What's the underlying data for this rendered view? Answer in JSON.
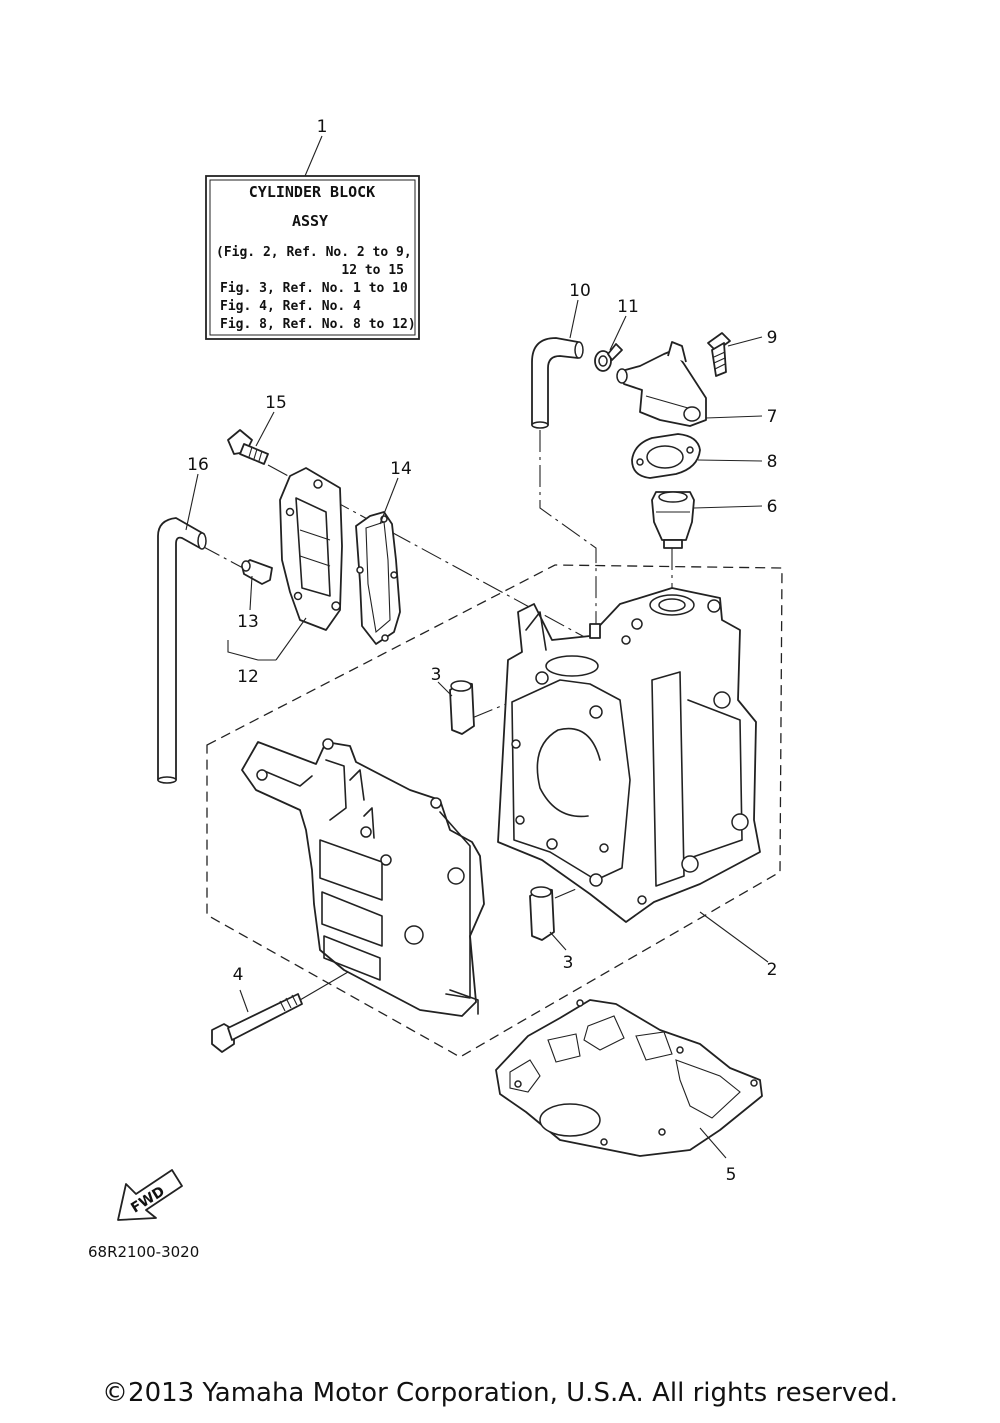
{
  "assembly_box": {
    "ref": "1",
    "title_line1": "CYLINDER BLOCK",
    "title_line2": "ASSY",
    "note_line1": "(Fig. 2, Ref. No. 2 to 9,",
    "note_line2": "12 to 15",
    "note_line3": "Fig. 3, Ref. No. 1 to 10",
    "note_line4": "Fig. 4, Ref. No. 4",
    "note_line5": "Fig. 8, Ref. No. 8 to 12)"
  },
  "callouts": {
    "r2": "2",
    "r3a": "3",
    "r3b": "3",
    "r4": "4",
    "r5": "5",
    "r6": "6",
    "r7": "7",
    "r8": "8",
    "r9": "9",
    "r10": "10",
    "r11": "11",
    "r12": "12",
    "r13": "13",
    "r14": "14",
    "r15": "15",
    "r16": "16"
  },
  "fwd_label": "FWD",
  "drawing_code": "68R2100-3020",
  "copyright": "©2013 Yamaha Motor Corporation, U.S.A. All rights reserved."
}
